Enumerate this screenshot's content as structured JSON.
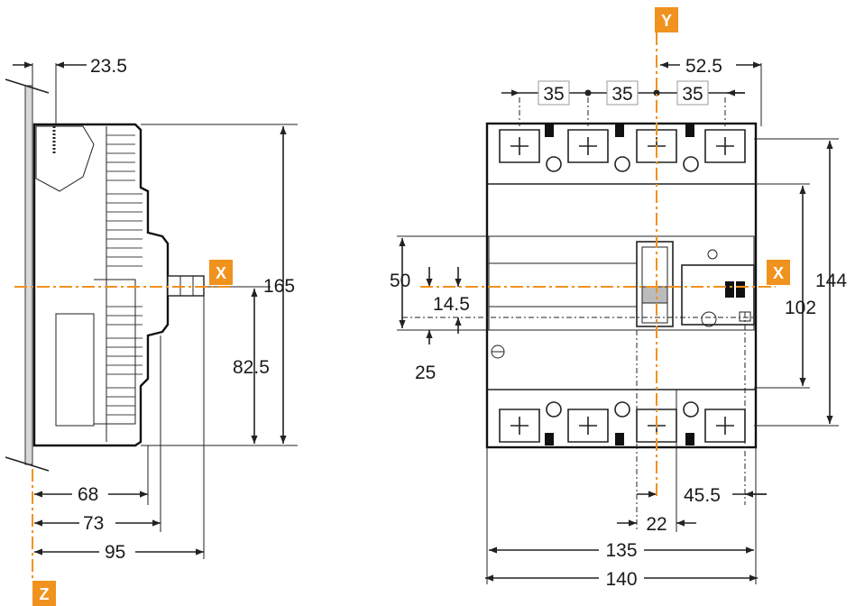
{
  "axes": {
    "x": "X",
    "y": "Y",
    "z": "Z",
    "accent_color": "#f0921e"
  },
  "side_view": {
    "dims": {
      "d23_5": "23.5",
      "d165": "165",
      "d82_5": "82.5",
      "d68": "68",
      "d73": "73",
      "d95": "95"
    }
  },
  "front_view": {
    "dims": {
      "d35a": "35",
      "d35b": "35",
      "d35c": "35",
      "d52_5": "52.5",
      "d144": "144",
      "d102": "102",
      "d50": "50",
      "d14_5": "14.5",
      "d25": "25",
      "d45_5": "45.5",
      "d22": "22",
      "d135": "135",
      "d140": "140"
    }
  }
}
